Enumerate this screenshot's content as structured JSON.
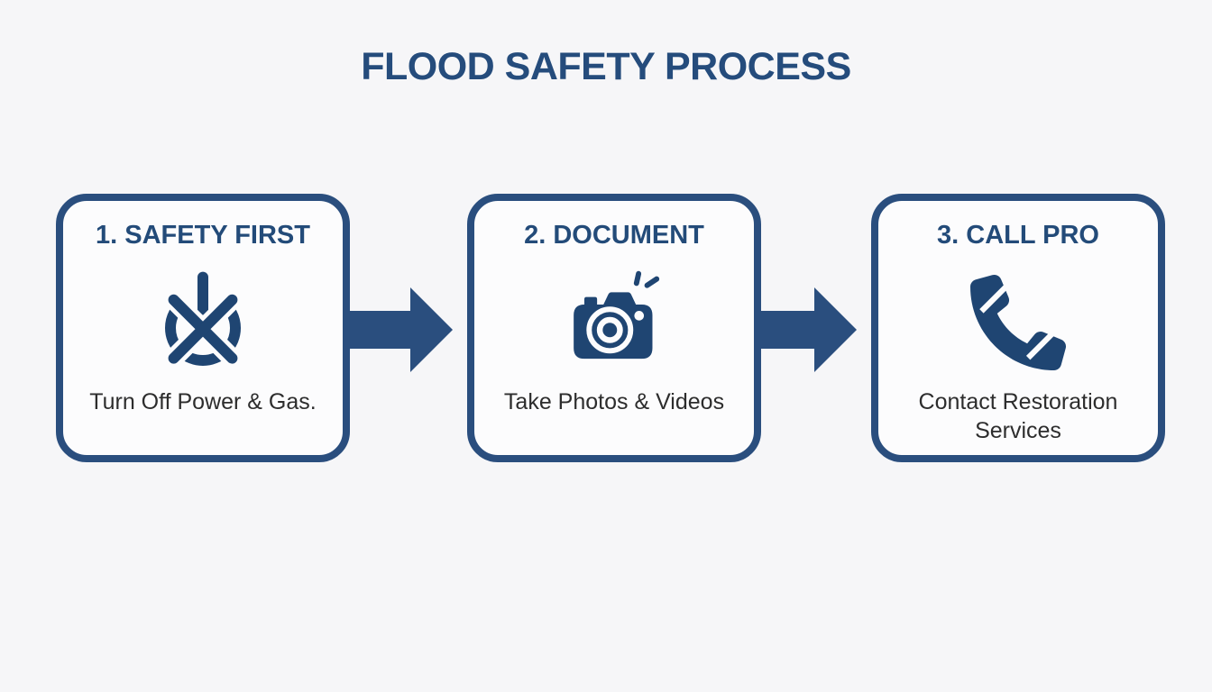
{
  "title": "FLOOD SAFETY PROCESS",
  "colors": {
    "navy_accent": "#254c7c",
    "border_navy": "#2a4e7e",
    "icon_navy": "#1f4572",
    "body_text": "#2d2d2d",
    "page_background": "#f6f6f8",
    "box_background": "#fcfcfd"
  },
  "steps": [
    {
      "heading": "1. SAFETY FIRST",
      "caption": "Turn Off Power & Gas.",
      "icon": "power-off-icon"
    },
    {
      "heading": "2. DOCUMENT",
      "caption": "Take Photos & Videos",
      "icon": "camera-icon"
    },
    {
      "heading": "3. CALL PRO",
      "caption": "Contact Restoration Services",
      "icon": "phone-icon"
    }
  ],
  "arrows": [
    {
      "name": "flow-arrow-1",
      "direction": "right"
    },
    {
      "name": "flow-arrow-2",
      "direction": "right"
    }
  ]
}
